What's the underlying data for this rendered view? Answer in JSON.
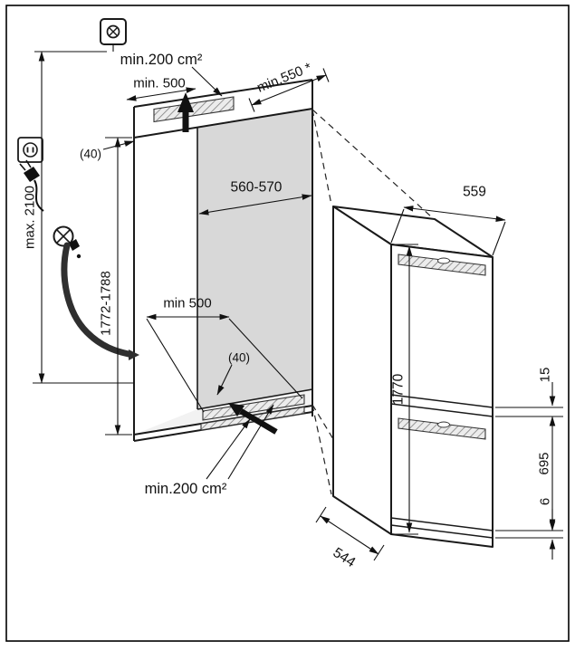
{
  "diagram_type": "appliance-installation-drawing",
  "labels": {
    "vent_top": "min.200 cm²",
    "top_vent_width": "min. 500",
    "niche_depth": "min.550 *",
    "top_gap": "(40)",
    "niche_width": "560-570",
    "niche_height": "1772-1788",
    "socket_max_height": "max. 2100",
    "floor_vent_width": "min 500",
    "floor_gap": "(40)",
    "vent_bottom": "min.200 cm²",
    "appliance_width": "559",
    "appliance_height": "1770",
    "door_gap": "15",
    "lower_door_height": "695",
    "bottom_gap": "6",
    "appliance_depth": "544"
  },
  "colors": {
    "line": "#1a1a1a",
    "back_wall_shade": "#d8d8d8",
    "floor_shade": "#f2f2f2",
    "hatch_background": "#ececec",
    "hatch_line": "#8a8a8a"
  },
  "icons": {
    "junction_box": "junction-box-icon",
    "socket": "socket-icon",
    "plug": "plug-icon",
    "water_tap": "water-tap-icon",
    "airflow_up": "airflow-arrow-up",
    "airflow_in": "airflow-arrow-in"
  }
}
